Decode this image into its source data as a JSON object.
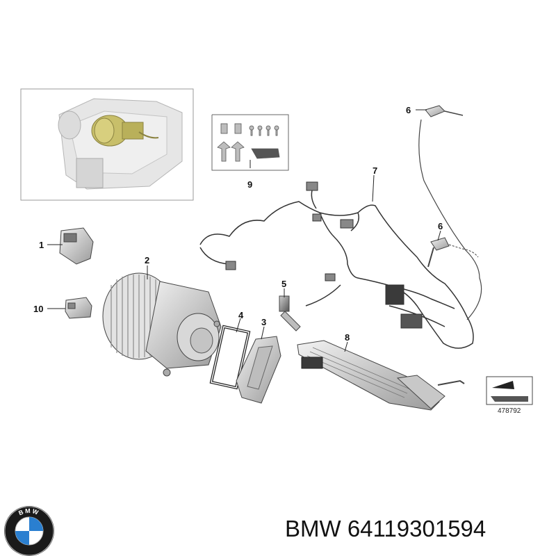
{
  "callouts": {
    "c1": "1",
    "c2": "2",
    "c3": "3",
    "c4": "4",
    "c5": "5",
    "c6a": "6",
    "c6b": "6",
    "c7": "7",
    "c8": "8",
    "c9": "9",
    "c10": "10"
  },
  "reference_number": "478792",
  "logo_text": "BMW",
  "caption": {
    "brand": "BMW",
    "part_number": "64119301594"
  },
  "colors": {
    "line": "#333333",
    "part_fill": "#d9d9d9",
    "highlight": "#c8bf6a",
    "bmw_blue": "#2a7fd0"
  }
}
